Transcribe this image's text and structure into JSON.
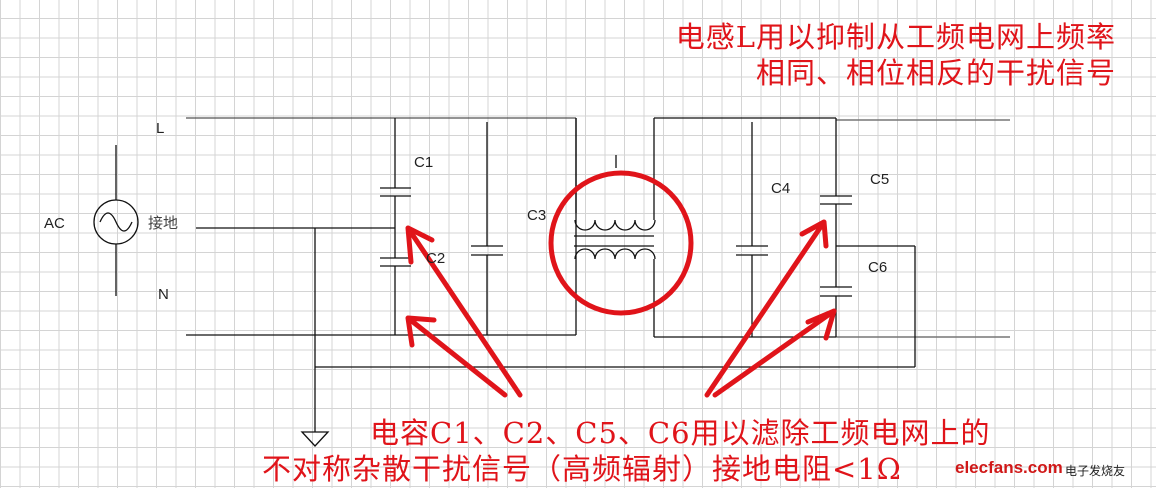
{
  "annotations": {
    "top_line1": "电感L用以抑制从工频电网上频率",
    "top_line2": "相同、相位相反的干扰信号",
    "bottom_line1": "电容C1、C2、C5、C6用以滤除工频电网上的",
    "bottom_line2": "不对称杂散干扰信号（高频辐射）接地电阻<1Ω"
  },
  "labels": {
    "L": "L",
    "N": "N",
    "AC": "AC",
    "ground": "接地",
    "C1": "C1",
    "C2": "C2",
    "C3": "C3",
    "C4": "C4",
    "C5": "C5",
    "C6": "C6"
  },
  "watermark": {
    "site": "elecfans.com",
    "name": "电子发烧友"
  },
  "colors": {
    "annotation": "#e0141a",
    "wire": "#111111"
  }
}
